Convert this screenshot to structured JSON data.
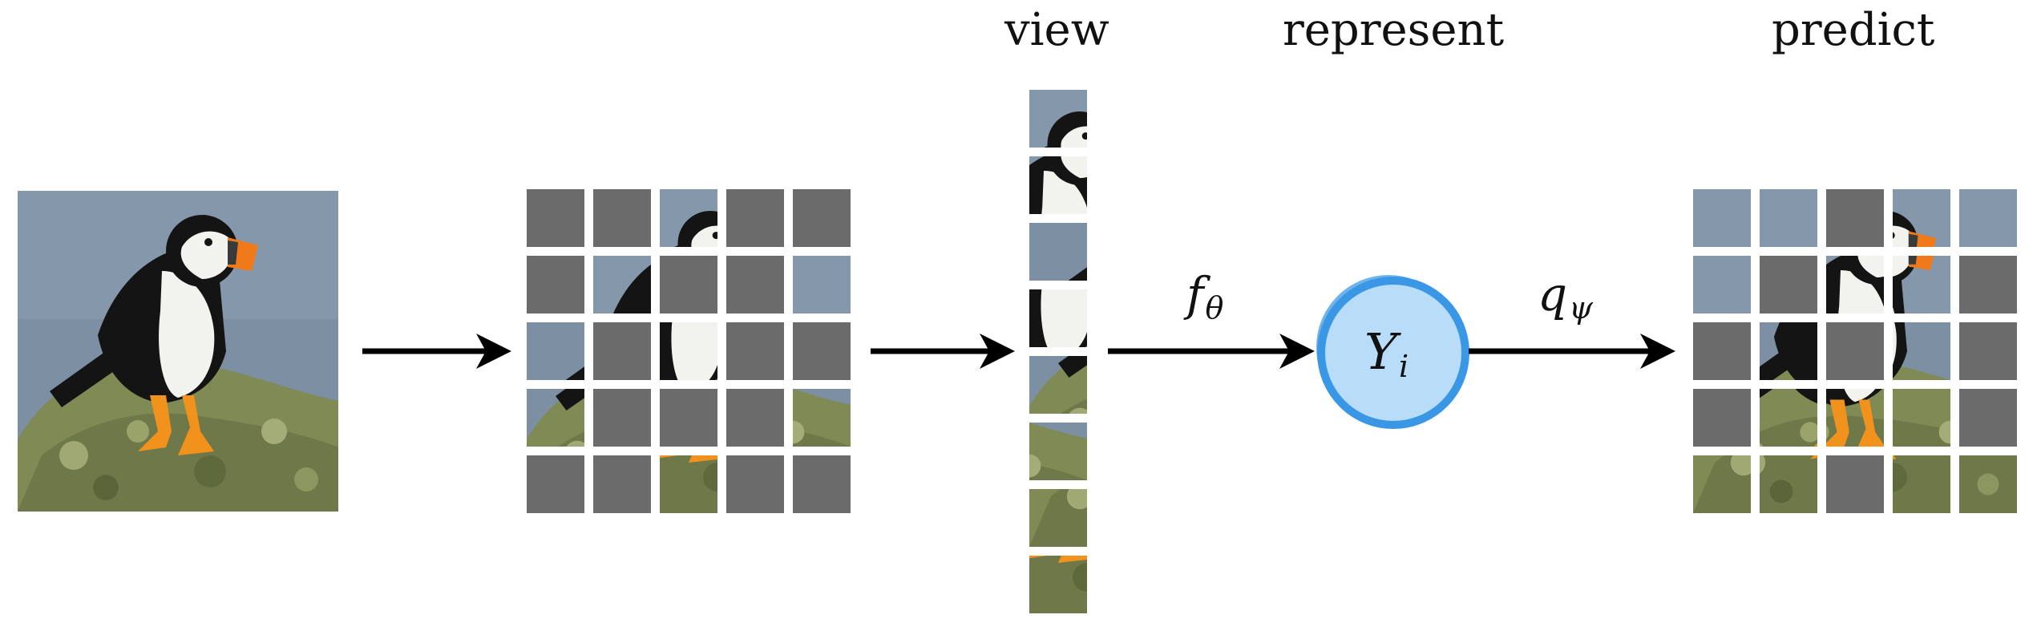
{
  "headings": {
    "view": "view",
    "represent": "represent",
    "predict": "predict"
  },
  "functions": {
    "encoder": {
      "symbol": "f",
      "subscript": "θ"
    },
    "predictor": {
      "symbol": "q",
      "subscript": "ψ"
    }
  },
  "latent_node": {
    "symbol": "Y",
    "subscript": "i",
    "color": "#b9dcf8",
    "border_color": "#3a97e6"
  },
  "colors": {
    "mask": "#6b6b6b",
    "sky": "#7c8fa3",
    "rock": "#7f8a55",
    "bird_black": "#141414",
    "bird_white": "#f2f2ee",
    "beak": "#f07a1a",
    "feet": "#f0921c",
    "arrow": "#000000"
  },
  "grids": {
    "masked_input": [
      [
        1,
        1,
        0,
        1,
        1
      ],
      [
        1,
        0,
        1,
        1,
        0
      ],
      [
        0,
        1,
        0,
        1,
        1
      ],
      [
        0,
        1,
        1,
        1,
        0
      ],
      [
        1,
        1,
        0,
        1,
        1
      ]
    ],
    "prediction": [
      [
        0,
        0,
        1,
        0,
        0
      ],
      [
        0,
        1,
        0,
        0,
        1
      ],
      [
        1,
        0,
        1,
        0,
        1
      ],
      [
        1,
        0,
        0,
        0,
        1
      ],
      [
        0,
        0,
        1,
        0,
        0
      ]
    ]
  },
  "view_strip_patches": [
    "0,2",
    "1,2",
    "2,0",
    "2,2",
    "3,0",
    "3,4",
    "4,0",
    "4,2"
  ]
}
